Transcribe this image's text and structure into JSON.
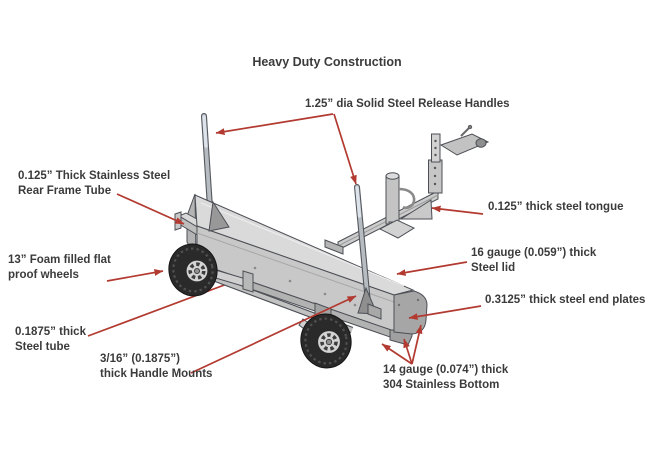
{
  "title": {
    "text": "Heavy Duty Construction"
  },
  "illustration": {
    "description": "Isometric technical drawing of a heavy-duty tow-behind magnetic sweeper trailer",
    "parts": [
      "release handle rods",
      "sweeper box with lid",
      "steel end plate",
      "rear frame tube",
      "foam filled wheels",
      "axle steel tube",
      "handle mounts",
      "steel tongue beam",
      "hitch coupler",
      "jack stand with foot plate",
      "stainless bottom sheet"
    ]
  },
  "labels": [
    {
      "id": "release-handles",
      "lines": [
        "1.25” dia Solid Steel Release Handles"
      ]
    },
    {
      "id": "rear-frame-tube",
      "lines": [
        "0.125” Thick Stainless Steel",
        "Rear Frame Tube"
      ]
    },
    {
      "id": "foam-wheels",
      "lines": [
        "13” Foam filled flat",
        "proof wheels"
      ]
    },
    {
      "id": "steel-tube",
      "lines": [
        "0.1875” thick",
        "Steel tube"
      ]
    },
    {
      "id": "handle-mounts",
      "lines": [
        "3/16” (0.1875”)",
        "thick Handle Mounts"
      ]
    },
    {
      "id": "steel-tongue",
      "lines": [
        "0.125” thick steel tongue"
      ]
    },
    {
      "id": "steel-lid",
      "lines": [
        "16 gauge (0.059”) thick",
        "Steel lid"
      ]
    },
    {
      "id": "end-plates",
      "lines": [
        "0.3125” thick steel end plates"
      ]
    },
    {
      "id": "stainless-bottom",
      "lines": [
        "14 gauge (0.074”) thick",
        "304 Stainless Bottom"
      ]
    }
  ],
  "colors": {
    "leader_arrow": "#b23a30",
    "drawing_outline": "#4c4f55",
    "metal_light": "#d6d6d6",
    "metal_mid": "#c6c6c6",
    "metal_dark": "#a6a6a6",
    "tire_black": "#2a2a2a",
    "label_text": "#3b3b3b",
    "background": "#ffffff"
  }
}
